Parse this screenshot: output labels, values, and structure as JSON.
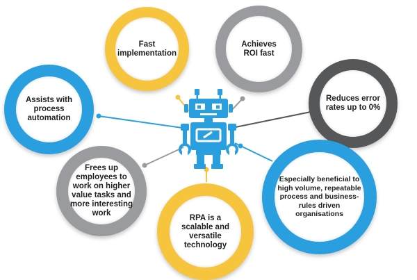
{
  "colors": {
    "yellow": "#f7c43d",
    "blue": "#2a9fe0",
    "light_grey": "#9a9b9e",
    "dark_grey": "#565759",
    "robot": "#2a9fe0",
    "text": "#1f1f1f"
  },
  "center_icon": "robot-icon",
  "benefits": {
    "fast_implementation": "Fast implementation",
    "achieves_roi": "Achieves ROI fast",
    "assists_automation": "Assists with process automation",
    "reduces_error": "Reduces error rates up to 0%",
    "frees_up": "Frees up employees to work on higher value tasks and more interesting work",
    "rpa_scalable": "RPA is a scalable and versatile technology",
    "especially_beneficial": "Especially beneficial to high volume, repeatable process and business-rules driven organisations"
  }
}
